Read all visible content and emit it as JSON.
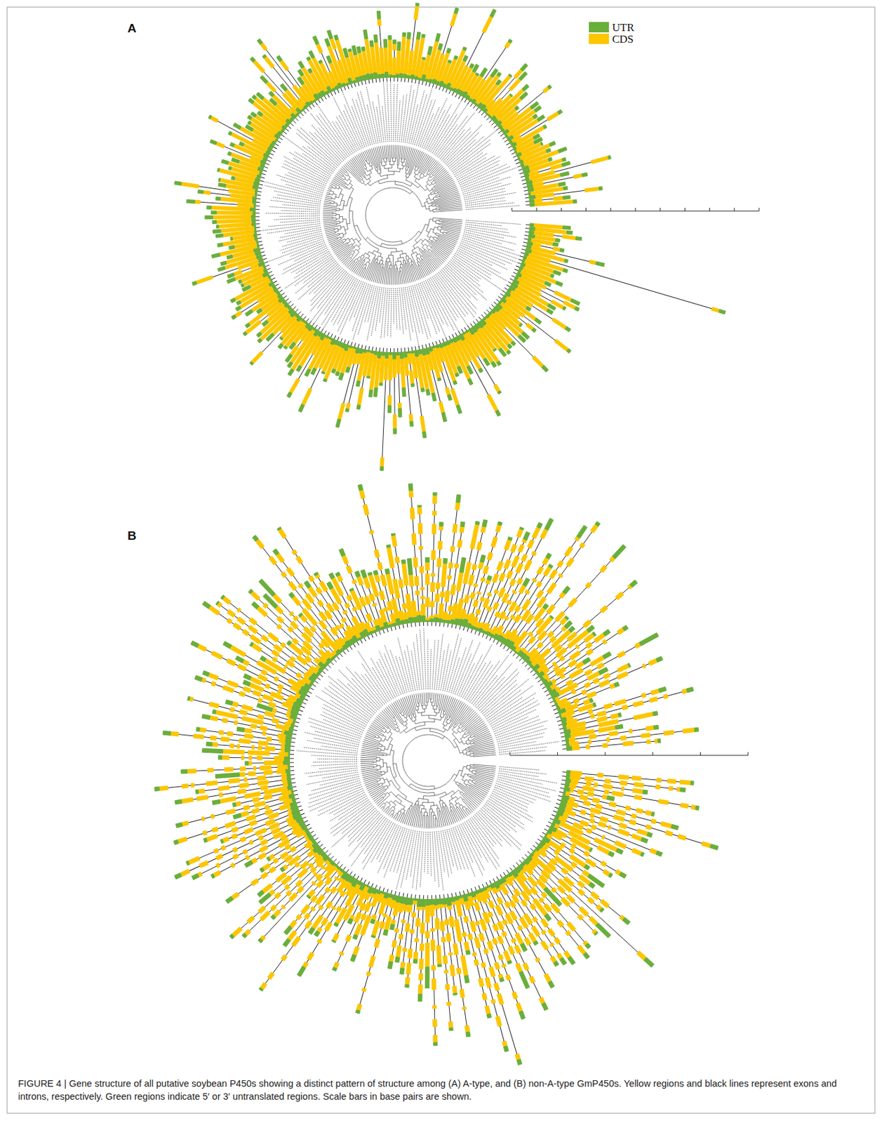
{
  "diagram": {
    "caption": "FIGURE 4 | Gene structure of all putative soybean P450s showing a distinct pattern of structure among (A) A-type, and (B) non-A-type GmP450s. Yellow regions and black lines represent exons and introns, respectively. Green regions indicate 5′ or 3′ untranslated regions. Scale bars in base pairs are shown.",
    "labels": [
      "A",
      "B"
    ],
    "legend": [
      {
        "text": "UTR",
        "color": "#6aae3c"
      },
      {
        "text": "CDS",
        "color": "#fcc600"
      }
    ]
  }
}
